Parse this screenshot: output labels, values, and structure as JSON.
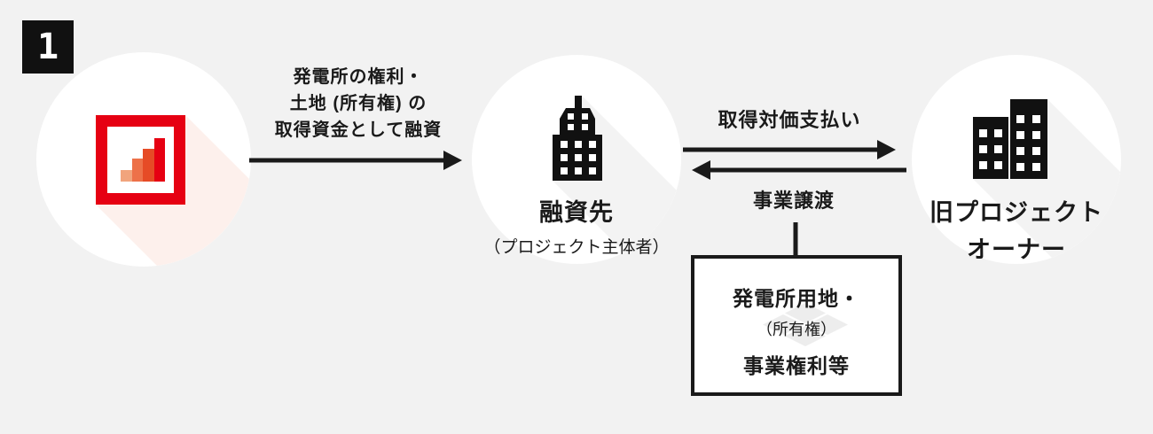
{
  "badge": {
    "number": "1"
  },
  "lender": {
    "icon": "bar-chart-logo-icon",
    "logo_frame_color": "#e60012",
    "logo_bar_colors": [
      "#f1a47d",
      "#ed7149",
      "#e64b26",
      "#e60012"
    ]
  },
  "loan_arrow": {
    "label_lines": [
      "発電所の権利・",
      "土地 (所有権) の",
      "取得資金として融資"
    ]
  },
  "borrower": {
    "icon": "office-tower-icon",
    "title": "融資先",
    "subtitle": "（プロジェクト主体者）"
  },
  "payment_arrow": {
    "label": "取得対価支払い"
  },
  "transfer_arrow": {
    "label": "事業譲渡"
  },
  "asset_box": {
    "line1": "発電所用地・",
    "line2": "（所有権）",
    "line3": "事業権利等"
  },
  "old_owner": {
    "icon": "two-buildings-icon",
    "title_line1": "旧プロジェクト",
    "title_line2": "オーナー"
  },
  "colors": {
    "background": "#f2f2f2",
    "ink": "#1a1a1a",
    "accent_red": "#e60012",
    "circle_fill": "#ffffff",
    "long_shadow_gray": "#f3f3f3",
    "long_shadow_pink": "#fdf0ec"
  }
}
